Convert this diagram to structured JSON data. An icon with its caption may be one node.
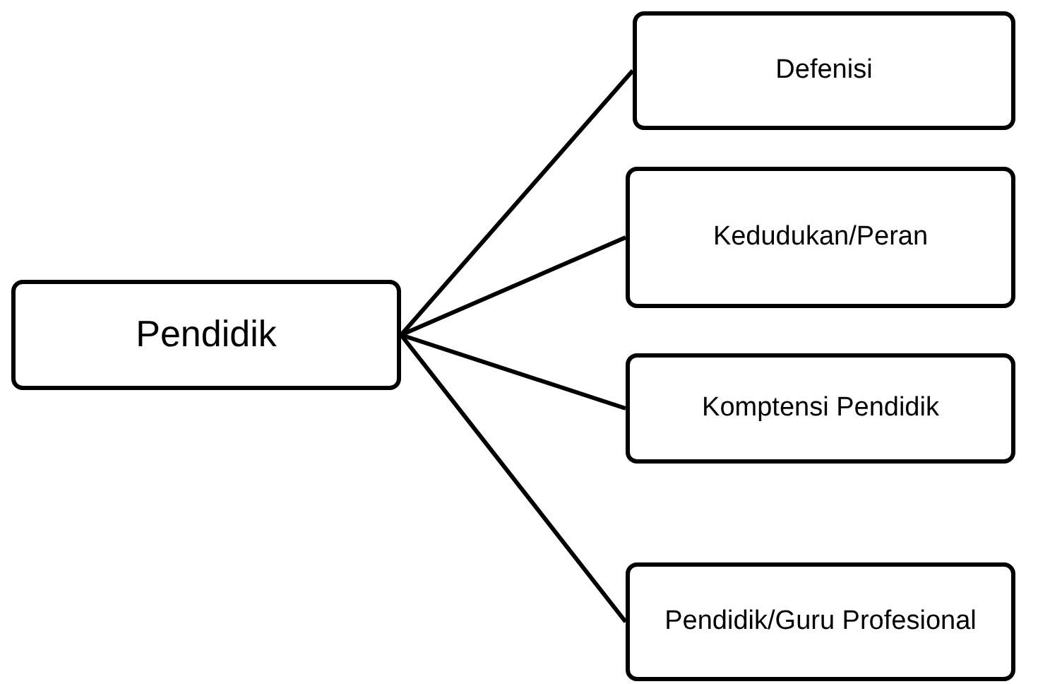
{
  "diagram": {
    "nodes": [
      {
        "text": [
          "Pendidik"
        ]
      },
      {
        "text": [
          "Defenisi"
        ]
      },
      {
        "text": [
          "Kedudukan/Peran"
        ]
      },
      {
        "text": [
          "Komptensi Pendidik"
        ]
      },
      {
        "text": [
          "Pendidik/Guru Profesional"
        ]
      }
    ],
    "edges": [
      {
        "from": 0,
        "to": 1,
        "arrow": "none"
      },
      {
        "from": 0,
        "to": 2,
        "arrow": "none"
      },
      {
        "from": 0,
        "to": 3,
        "arrow": "none"
      },
      {
        "from": 0,
        "to": 4,
        "arrow": "none"
      }
    ]
  }
}
